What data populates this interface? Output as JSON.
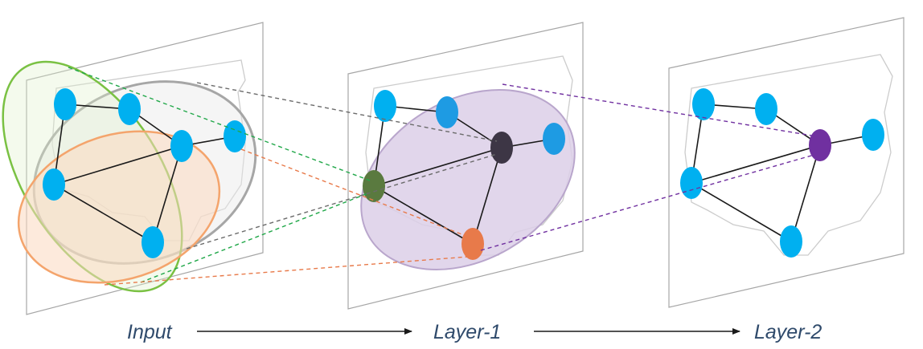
{
  "labels": {
    "input": "Input",
    "layer1": "Layer-1",
    "layer2": "Layer-2"
  },
  "colors": {
    "node": "#00B0F0",
    "edge": "#1a1a1a",
    "panel_border": "#a6a6a6",
    "map_outline": "#c8c8c8",
    "label_text": "#2f4a6b",
    "green": "#7ac143",
    "gray": "#a6a6a6",
    "orange": "#f4a46c",
    "purple": "#7030a0",
    "cluster_green_node": "#5a7a3f",
    "cluster_dark_node": "#3d3645",
    "cluster_orange_node": "#e87a4a",
    "layer1_region_fill": "#dccfe8"
  },
  "stages": [
    "input",
    "layer1",
    "layer2"
  ],
  "arrows": [
    "input-to-layer1",
    "layer1-to-layer2"
  ]
}
